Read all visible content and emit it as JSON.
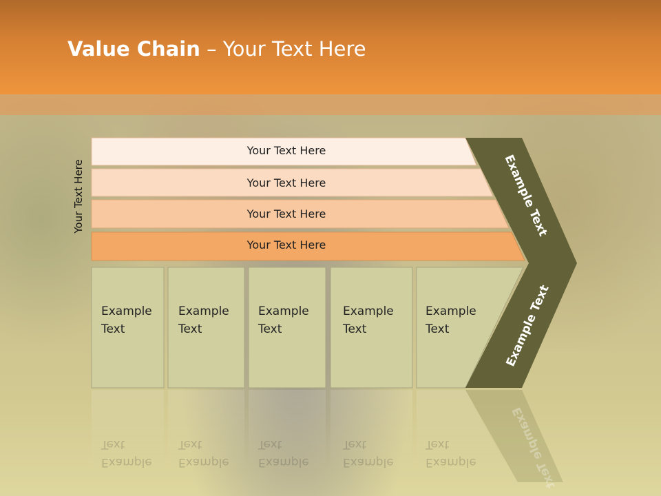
{
  "slide": {
    "title_bold": "Value Chain",
    "title_rest": " – Your Text Here",
    "side_label": "Your Text Here",
    "bars": [
      {
        "label": "Your Text Here",
        "fill": "#fdefe4"
      },
      {
        "label": "Your Text Here",
        "fill": "#fbdcc3"
      },
      {
        "label": "Your Text Here",
        "fill": "#f8c8a0"
      },
      {
        "label": "Your Text Here",
        "fill": "#f3a865"
      }
    ],
    "boxes": [
      {
        "line1": "Example",
        "line2": "Text"
      },
      {
        "line1": "Example",
        "line2": "Text"
      },
      {
        "line1": "Example",
        "line2": "Text"
      },
      {
        "line1": "Example",
        "line2": "Text"
      },
      {
        "line1": "Example",
        "line2": "Text"
      }
    ],
    "arrow_top_label": "Example Text",
    "arrow_bottom_label": "Example Text",
    "colors": {
      "header": "#ee953d",
      "box_fill": "#d0cfa0",
      "arrow_fill": "#636137"
    }
  }
}
